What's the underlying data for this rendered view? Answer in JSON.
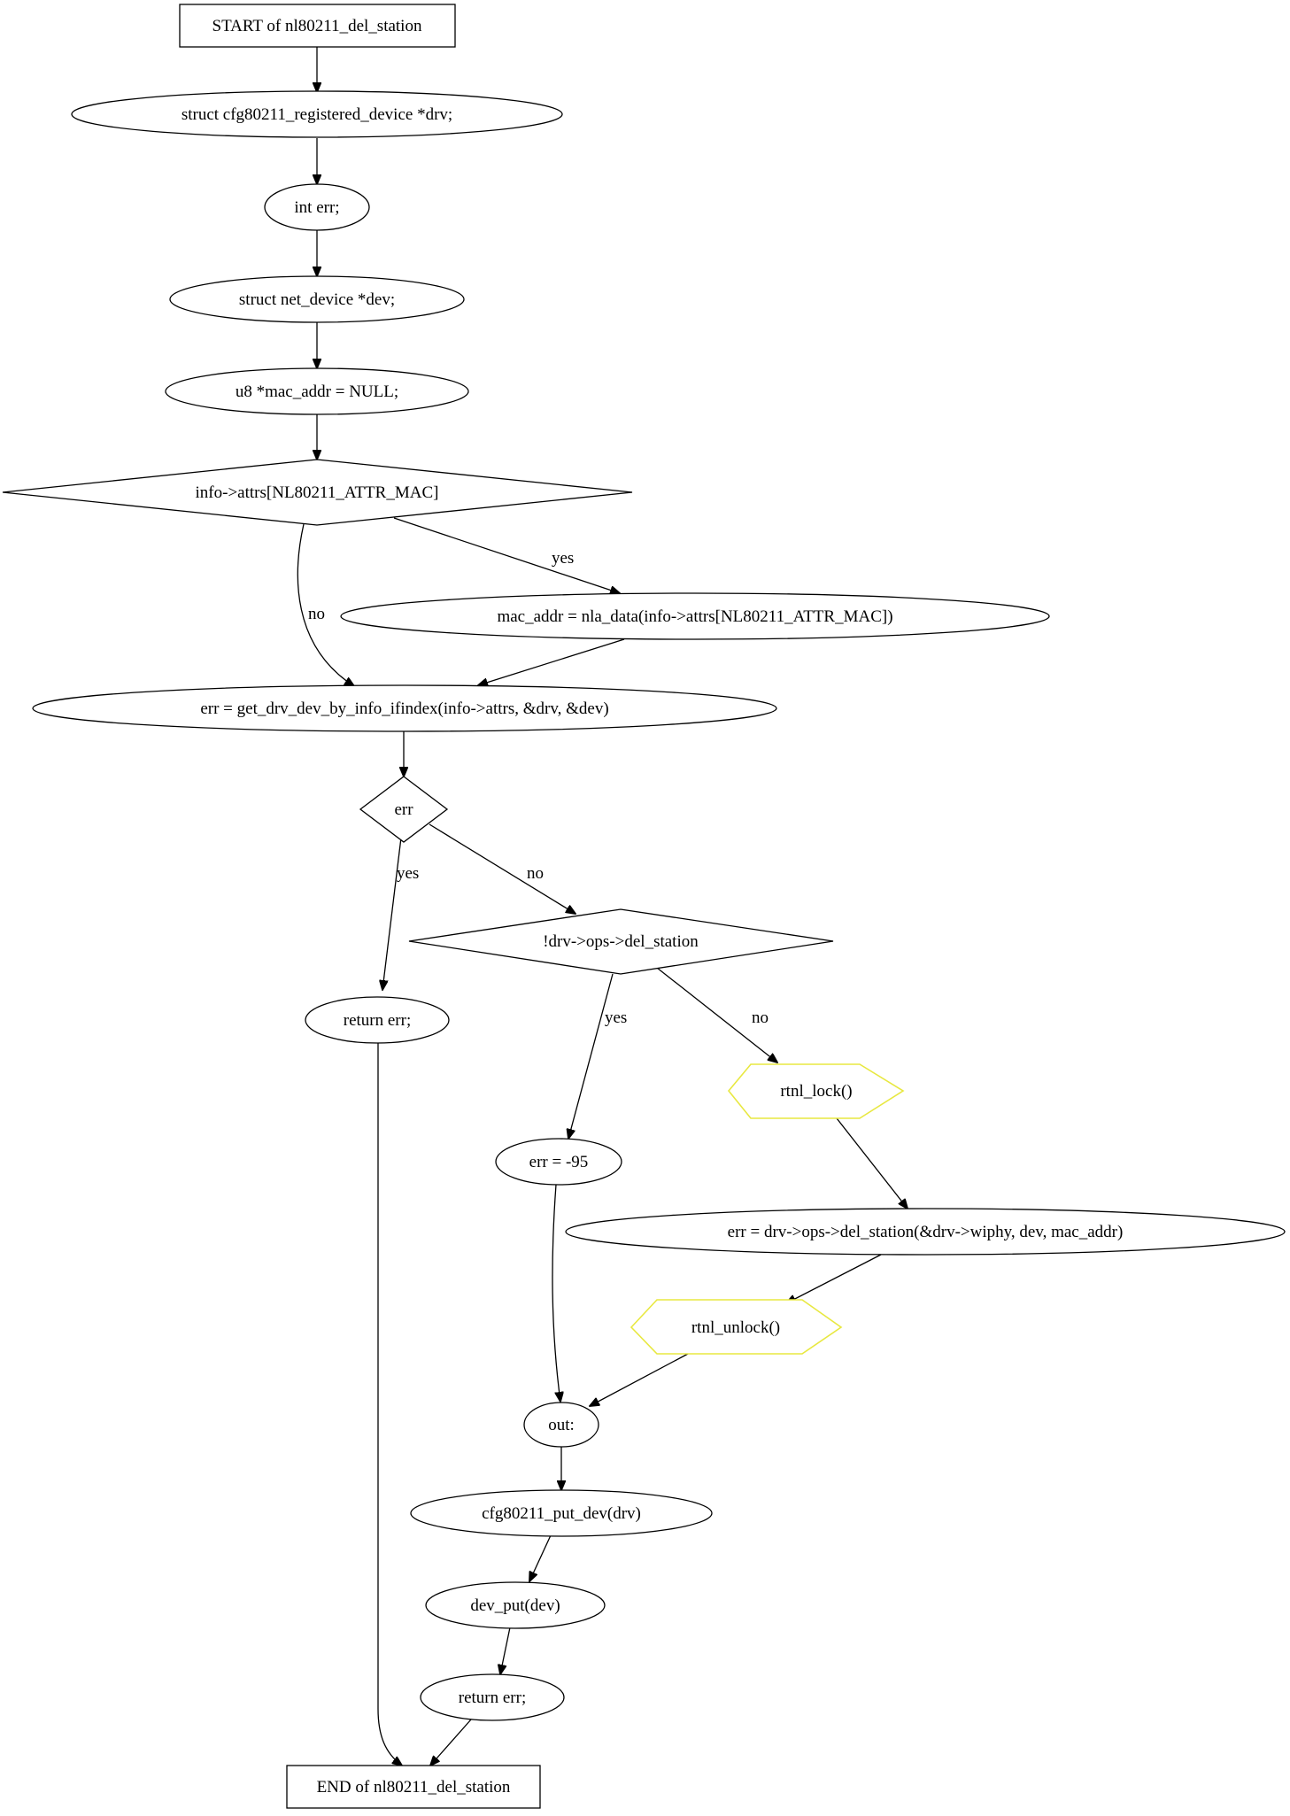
{
  "diagram": {
    "title": "nl80211_del_station",
    "lock_fill": "#add8e6",
    "lock_stroke": "#e8e840",
    "nodes": {
      "start": "START of nl80211_del_station",
      "decl_drv": "struct cfg80211_registered_device *drv;",
      "decl_err": "int err;",
      "decl_dev": "struct net_device *dev;",
      "decl_mac": "u8 *mac_addr = NULL;",
      "cond_mac": "info->attrs[NL80211_ATTR_MAC]",
      "set_mac": "mac_addr = nla_data(info->attrs[NL80211_ATTR_MAC])",
      "get_drv": "err = get_drv_dev_by_info_ifindex(info->attrs, &drv, &dev)",
      "cond_err": "err",
      "cond_ops": "!drv->ops->del_station",
      "return_err_1": "return err;",
      "rtnl_lock": "rtnl_lock()",
      "set_err_95": "err = -95",
      "del_station": "err = drv->ops->del_station(&drv->wiphy, dev, mac_addr)",
      "rtnl_unlock": "rtnl_unlock()",
      "out": "out:",
      "put_dev_drv": "cfg80211_put_dev(drv)",
      "dev_put": "dev_put(dev)",
      "return_err_2": "return err;",
      "end": "END of nl80211_del_station"
    },
    "edges": [
      {
        "from": "start",
        "to": "decl_drv",
        "label": ""
      },
      {
        "from": "decl_drv",
        "to": "decl_err",
        "label": ""
      },
      {
        "from": "decl_err",
        "to": "decl_dev",
        "label": ""
      },
      {
        "from": "decl_dev",
        "to": "decl_mac",
        "label": ""
      },
      {
        "from": "decl_mac",
        "to": "cond_mac",
        "label": ""
      },
      {
        "from": "cond_mac",
        "to": "set_mac",
        "label": "yes"
      },
      {
        "from": "cond_mac",
        "to": "get_drv",
        "label": "no"
      },
      {
        "from": "set_mac",
        "to": "get_drv",
        "label": ""
      },
      {
        "from": "get_drv",
        "to": "cond_err",
        "label": ""
      },
      {
        "from": "cond_err",
        "to": "return_err_1",
        "label": "yes"
      },
      {
        "from": "cond_err",
        "to": "cond_ops",
        "label": "no"
      },
      {
        "from": "cond_ops",
        "to": "set_err_95",
        "label": "yes"
      },
      {
        "from": "cond_ops",
        "to": "rtnl_lock",
        "label": "no"
      },
      {
        "from": "rtnl_lock",
        "to": "del_station",
        "label": ""
      },
      {
        "from": "del_station",
        "to": "rtnl_unlock",
        "label": ""
      },
      {
        "from": "rtnl_unlock",
        "to": "out",
        "label": ""
      },
      {
        "from": "set_err_95",
        "to": "out",
        "label": ""
      },
      {
        "from": "out",
        "to": "put_dev_drv",
        "label": ""
      },
      {
        "from": "put_dev_drv",
        "to": "dev_put",
        "label": ""
      },
      {
        "from": "dev_put",
        "to": "return_err_2",
        "label": ""
      },
      {
        "from": "return_err_2",
        "to": "end",
        "label": ""
      },
      {
        "from": "return_err_1",
        "to": "end",
        "label": ""
      }
    ]
  }
}
